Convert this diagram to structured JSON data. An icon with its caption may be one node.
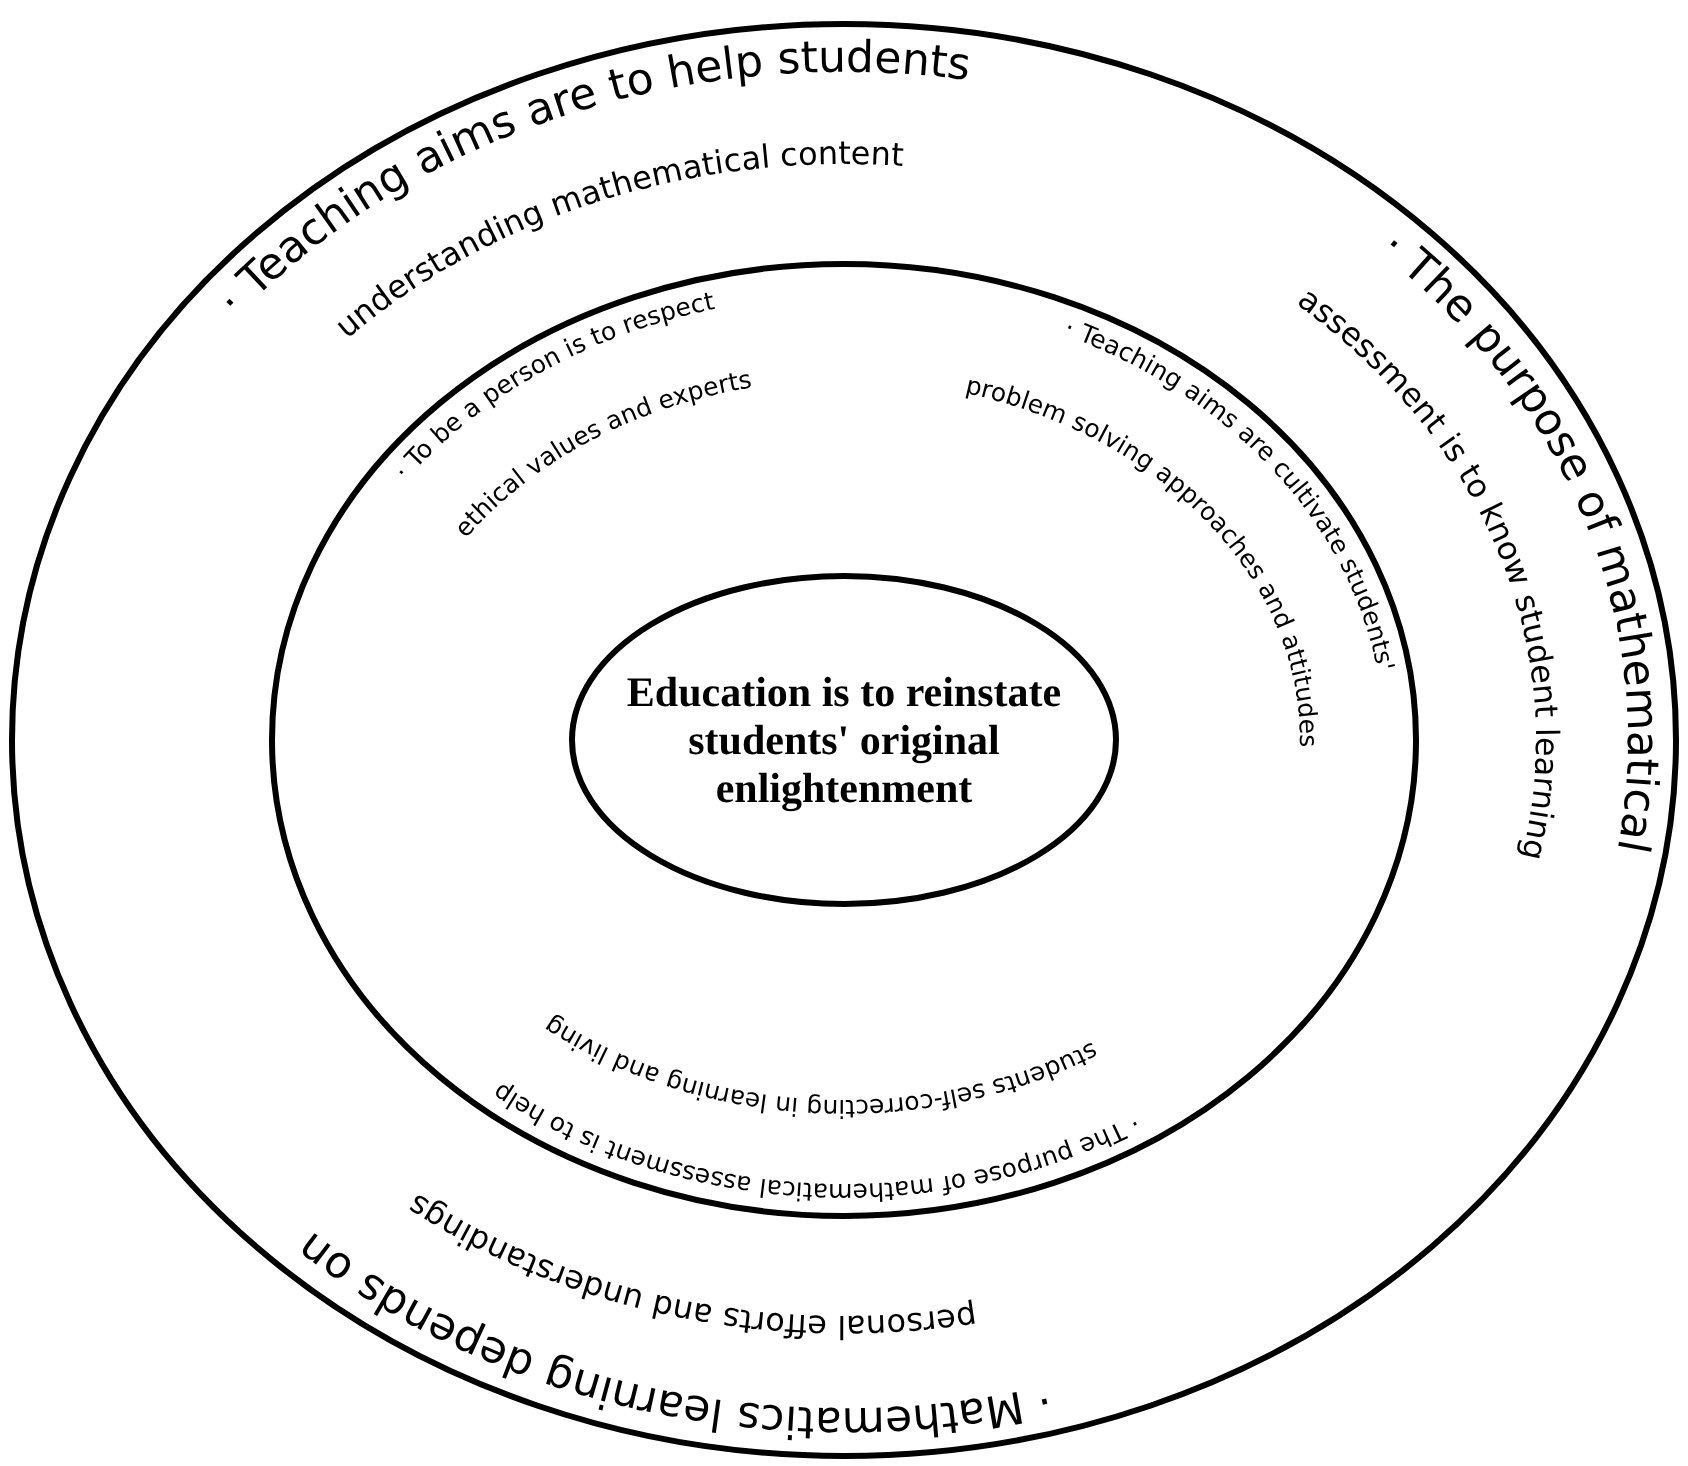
{
  "diagram": {
    "nodes": [
      {
        "text": [
          "· Teaching aims are to help students understanding mathematical content",
          "· The purpose of mathematical assessment is to know student learning",
          "· Mathematics learning depends on personal efforts and understandings"
        ]
      },
      {
        "text": [
          "· To be a person is to respect ethical values and experts",
          "· Teaching aims are cultivate students' problem solving approaches and attitudes",
          "· The purpose of mathematical assessment is to help students self-correcting in learning and living"
        ],
        "in": 0
      },
      {
        "text": [
          "Education is to reinstate students' original enlightenment"
        ],
        "in": 1
      }
    ]
  }
}
